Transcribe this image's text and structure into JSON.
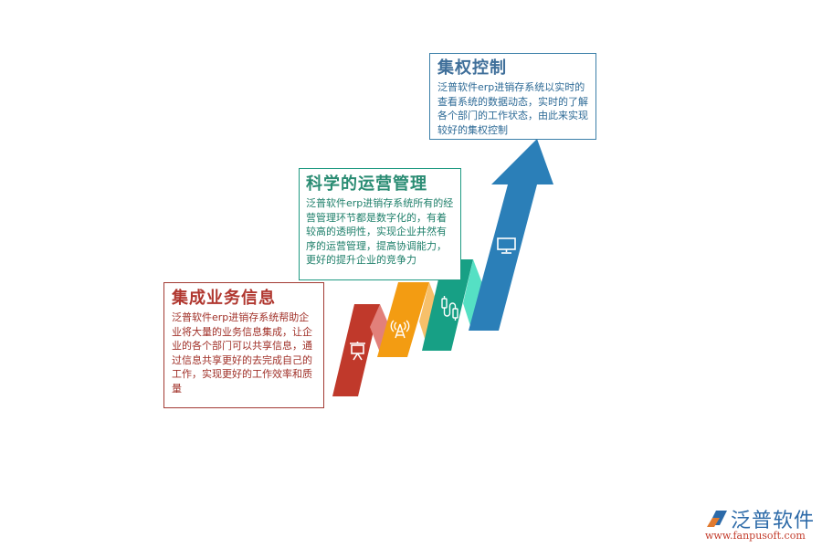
{
  "steps": [
    {
      "title": "集成业务信息",
      "body": "泛普软件erp进销存系统帮助企业将大量的业务信息集成，让企业的各个部门可以共享信息，通过信息共享更好的去完成自己的工作，实现更好的工作效率和质量",
      "icon": "presentation-board-icon",
      "color": "#c0392b"
    },
    {
      "title": "科学的运营管理",
      "body": "泛普软件erp进销存系统所有的经营管理环节都是数字化的，有着较高的透明性，实现企业井然有序的运营管理，提高协调能力，更好的提升企业的竞争力",
      "icon": "signal-tower-icon",
      "color": "#f39c12"
    },
    {
      "title": "集权控制",
      "body": "泛普软件erp进销存系统以实时的查看系统的数据动态，实时的了解各个部门的工作状态，由此来实现较好的集权控制",
      "icon": "usb-cable-icon",
      "color": "#16a085"
    }
  ],
  "arrow": {
    "icon": "monitor-icon",
    "color": "#2980b9"
  },
  "colors": {
    "red": "#c0392b",
    "red_fold": "#e2807a",
    "orange": "#f39c12",
    "orange_fold": "#f7c06a",
    "teal": "#17a085",
    "teal_fold": "#55e0c4",
    "blue": "#2b7fb8"
  },
  "logo": {
    "name": "泛普软件",
    "url": "www.fanpusoft.com"
  }
}
